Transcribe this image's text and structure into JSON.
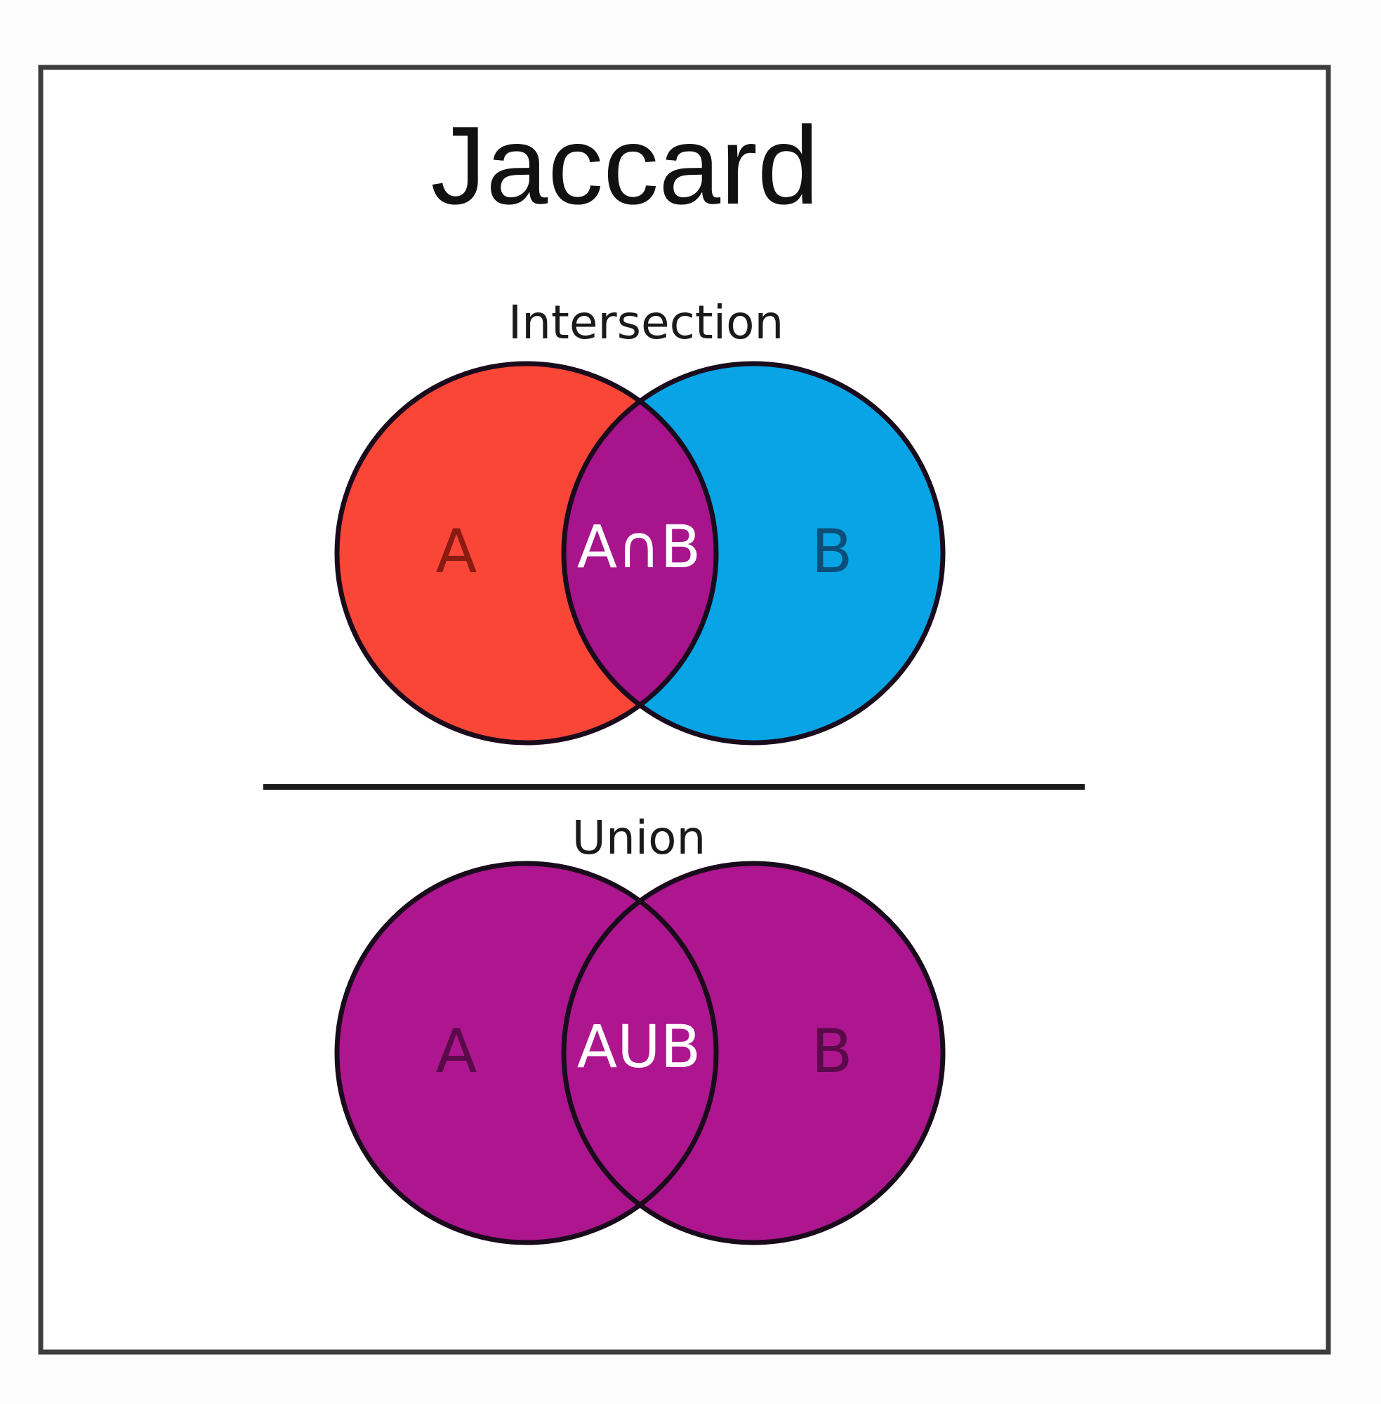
{
  "title": "Jaccard",
  "intersection": {
    "label": "Intersection",
    "set_a": "A",
    "set_b": "B",
    "overlap": "A∩B"
  },
  "union": {
    "label": "Union",
    "set_a": "A",
    "set_b": "B",
    "overlap": "AUB"
  },
  "colors": {
    "set_a": "#fa4636",
    "set_b": "#08a4e6",
    "overlap": "#a8148b",
    "union_fill": "#ad168e",
    "outline": "#1a0b1c",
    "overlap_text": "#ffffff",
    "intersection_a_text": "#8a1a12",
    "intersection_b_text": "#0a4f7a",
    "union_letter_text": "#5a0a4a"
  }
}
